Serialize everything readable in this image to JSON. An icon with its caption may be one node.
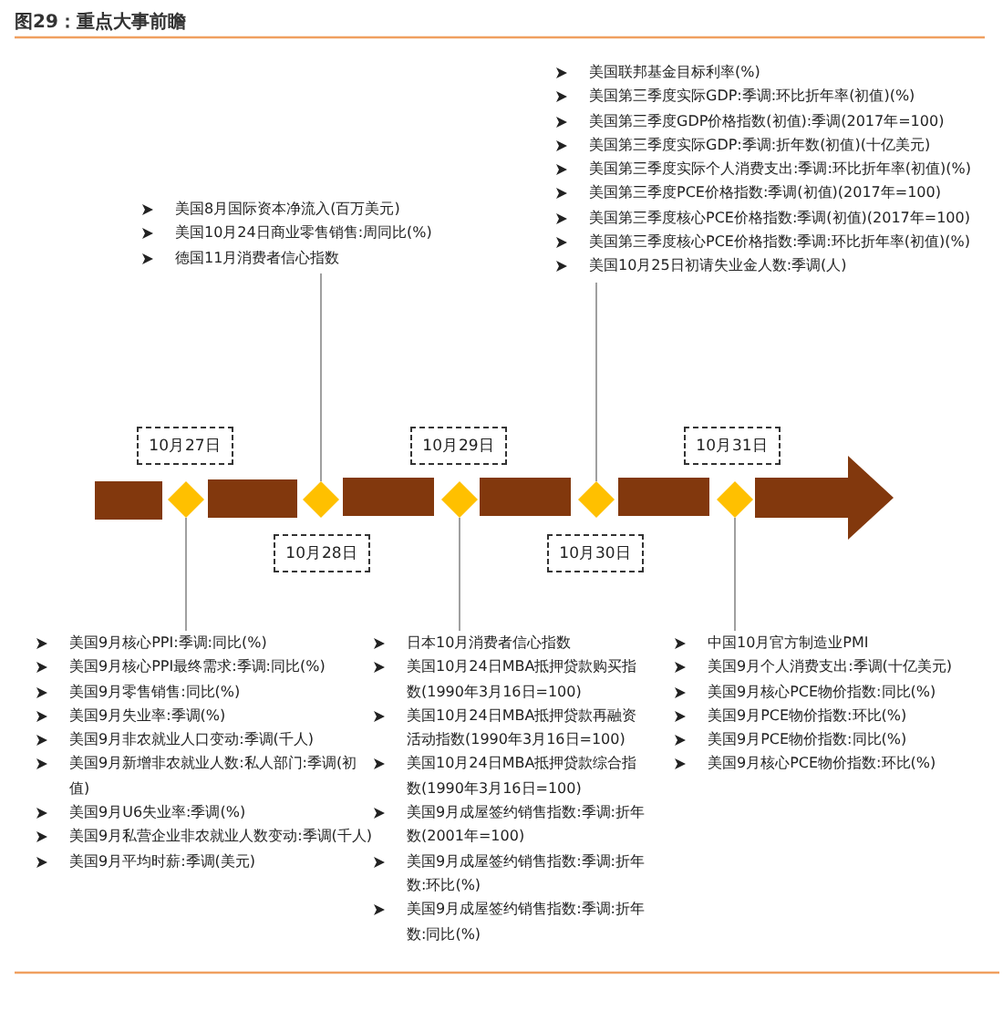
{
  "diagram": {
    "title": "图29：重点大事前瞻",
    "nodes": [
      {
        "text": [
          "美国联邦基金目标利率(%)",
          "美国第三季度实际GDP:季调:环比折年率(初值)(%)",
          "美国第三季度GDP价格指数(初值):季调(2017年=100)",
          "美国第三季度实际GDP:季调:折年数(初值)(十亿美元)",
          "美国第三季度实际个人消费支出:季调:环比折年率(初值)(%)",
          "美国第三季度PCE价格指数:季调(初值)(2017年=100)",
          "美国第三季度核心PCE价格指数:季调(初值)(2017年=100)",
          "美国第三季度核心PCE价格指数:季调:环比折年率(初值)(%)",
          "美国10月25日初请失业金人数:季调(人)"
        ]
      },
      {
        "text": [
          "美国8月国际资本净流入(百万美元)",
          "美国10月24日商业零售销售:周同比(%)",
          "德国11月消费者信心指数"
        ]
      },
      {
        "text": [
          "10月27日"
        ]
      },
      {
        "text": [
          "10月29日"
        ]
      },
      {
        "text": [
          "10月31日"
        ]
      },
      {
        "text": [],
        "shape": "diamond"
      },
      {
        "text": [],
        "shape": "diamond"
      },
      {
        "text": [],
        "shape": "diamond"
      },
      {
        "text": [],
        "shape": "diamond"
      },
      {
        "text": [],
        "shape": "diamond"
      },
      {
        "text": [
          "10月28日"
        ]
      },
      {
        "text": [
          "10月30日"
        ]
      },
      {
        "text": [
          "美国9月核心PPI:季调:同比(%)",
          "美国9月核心PPI最终需求:季调:同比(%)",
          "美国9月零售销售:同比(%)",
          "美国9月失业率:季调(%)",
          "美国9月非农就业人口变动:季调(千人)",
          "美国9月新增非农就业人数:私人部门:季调(初值)",
          "美国9月U6失业率:季调(%)",
          "美国9月私营企业非农就业人数变动:季调(千人)",
          "美国9月平均时薪:季调(美元)"
        ]
      },
      {
        "text": [
          "日本10月消费者信心指数",
          "美国10月24日MBA抵押贷款购买指数(1990年3月16日=100)",
          "美国10月24日MBA抵押贷款再融资活动指数(1990年3月16日=100)",
          "美国10月24日MBA抵押贷款综合指数(1990年3月16日=100)",
          "美国9月成屋签约销售指数:季调:折年数(2001年=100)",
          "美国9月成屋签约销售指数:季调:折年数:环比(%)",
          "美国9月成屋签约销售指数:季调:折年数:同比(%)"
        ]
      },
      {
        "text": [
          "中国10月官方制造业PMI",
          "美国9月个人消费支出:季调(十亿美元)",
          "美国9月核心PCE物价指数:同比(%)",
          "美国9月PCE物价指数:环比(%)",
          "美国9月PCE物价指数:同比(%)",
          "美国9月核心PCE物价指数:环比(%)"
        ]
      }
    ],
    "edges": [
      {
        "from": 5,
        "to": 12,
        "arrow": "none"
      },
      {
        "from": 6,
        "to": 1,
        "arrow": "none"
      },
      {
        "from": 7,
        "to": 13,
        "arrow": "none"
      },
      {
        "from": 8,
        "to": 0,
        "arrow": "none"
      },
      {
        "from": 9,
        "to": 14,
        "arrow": "none"
      }
    ]
  }
}
